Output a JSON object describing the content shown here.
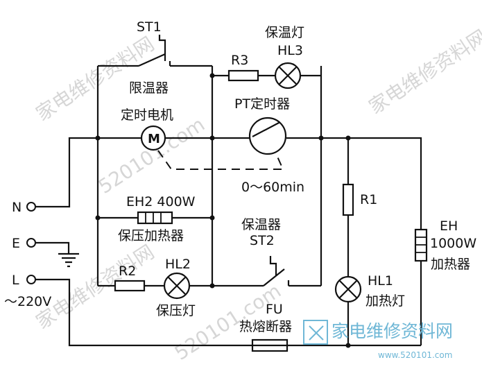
{
  "labels": {
    "st1": "ST1",
    "limiter": "限温器",
    "r3": "R3",
    "keep_warm_lamp": "保温灯",
    "hl3": "HL3",
    "timer_motor": "定时电机",
    "pt_timer": "PT定时器",
    "motor_symbol": "M",
    "timer_range": "0～60min",
    "n": "N",
    "e": "E",
    "l": "L",
    "voltage": "～220V",
    "eh2": "EH2  400W",
    "pressure_heater": "保压加热器",
    "keep_warm_switch": "保温器",
    "st2": "ST2",
    "r2": "R2",
    "hl2": "HL2",
    "pressure_lamp": "保压灯",
    "fu": "FU",
    "thermal_fuse": "热熔断器",
    "r1": "R1",
    "hl1": "HL1",
    "heating_lamp": "加热灯",
    "eh": "EH",
    "eh_power": "1000W",
    "main_heater": "加热器"
  },
  "watermark": {
    "brand": "家电维修资料网",
    "site": "520101.com"
  },
  "logo": {
    "brand": "家电维修资料网",
    "url": "www.520101.com"
  }
}
